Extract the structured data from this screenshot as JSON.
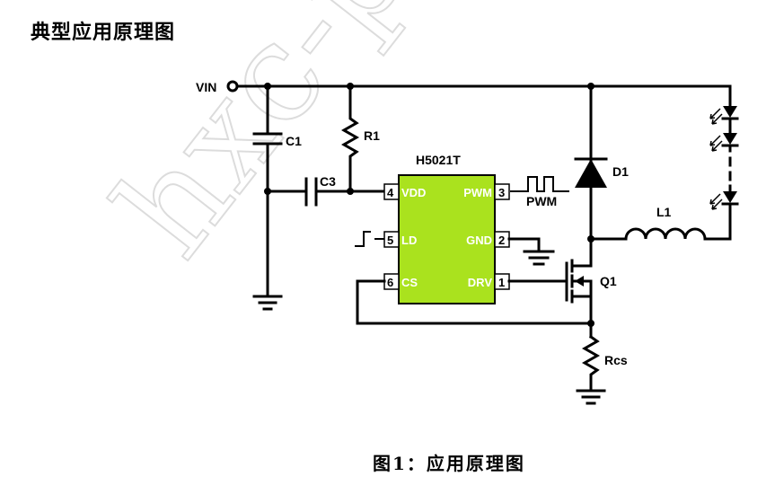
{
  "title": "典型应用原理图",
  "caption": "图1：应用原理图",
  "watermark": "hxc-p",
  "colors": {
    "chip_fill": "#aae21e",
    "wire": "#000000",
    "watermark": "#d8d8d8"
  },
  "chip": {
    "name": "H5021T",
    "pins_left": [
      {
        "num": "4",
        "label": "VDD"
      },
      {
        "num": "5",
        "label": "LD"
      },
      {
        "num": "6",
        "label": "CS"
      }
    ],
    "pins_right": [
      {
        "num": "3",
        "label": "PWM"
      },
      {
        "num": "2",
        "label": "GND"
      },
      {
        "num": "1",
        "label": "DRV"
      }
    ]
  },
  "labels": {
    "vin": "VIN",
    "c1": "C1",
    "c3": "C3",
    "r1": "R1",
    "d1": "D1",
    "l1": "L1",
    "q1": "Q1",
    "rcs": "Rcs",
    "pwm_signal": "PWM"
  }
}
